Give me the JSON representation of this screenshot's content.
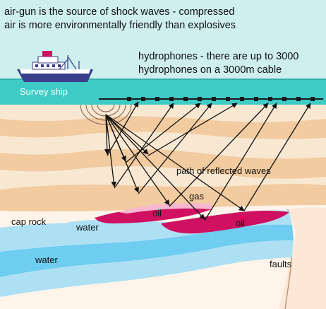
{
  "captions": {
    "airgun_line1": "air-gun is the source of shock waves - compressed",
    "airgun_line2": "air is more environmentally friendly than explosives",
    "hydro_line1": "hydrophones - there are up to 3000",
    "hydro_line2": "hydrophones on a 3000m cable"
  },
  "labels": {
    "survey_ship": "Survey ship",
    "path": "path of reflected waves",
    "gas": "gas",
    "oil_left": "oil",
    "oil_right": "oil",
    "cap_rock": "cap rock",
    "water_upper": "water",
    "water_lower": "water",
    "faults": "faults"
  },
  "colors": {
    "sky": "#cfeeee",
    "sea": "#3ecbc6",
    "sand": "#f2cba0",
    "cream": "#f8e8d2",
    "light_water": "#aee0f4",
    "mid_water": "#6ecdf0",
    "oil": "#d01060",
    "rock": "#fff4ea"
  }
}
